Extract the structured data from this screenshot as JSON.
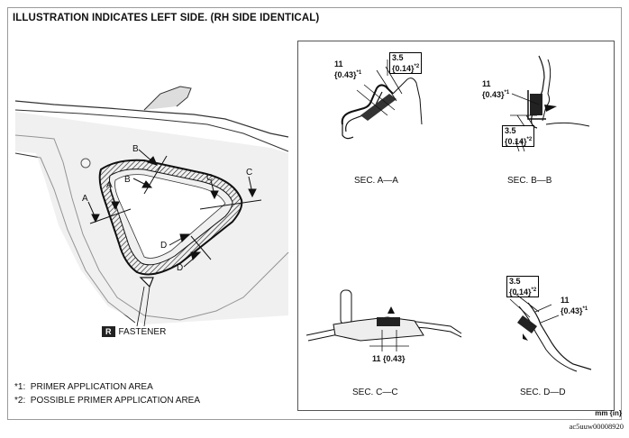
{
  "title": "ILLUSTRATION INDICATES LEFT SIDE. (RH SIDE IDENTICAL)",
  "main_view": {
    "labels": [
      "A",
      "A",
      "B",
      "B",
      "C",
      "C",
      "D",
      "D"
    ],
    "fastener_badge": "R",
    "fastener_label": "FASTENER"
  },
  "sections": {
    "aa": {
      "label": "SEC. A—A",
      "dim1_value": "11",
      "dim1_inch": "{0.43}",
      "dim1_mark": "*1",
      "dim2_value": "3.5",
      "dim2_inch": "{0.14}",
      "dim2_mark": "*2"
    },
    "bb": {
      "label": "SEC. B—B",
      "dim1_value": "11",
      "dim1_inch": "{0.43}",
      "dim1_mark": "*1",
      "dim2_value": "3.5",
      "dim2_inch": "{0.14}",
      "dim2_mark": "*2"
    },
    "cc": {
      "label": "SEC. C—C",
      "dim1_value": "11 {0.43}"
    },
    "dd": {
      "label": "SEC. D—D",
      "dim1_value": "11",
      "dim1_inch": "{0.43}",
      "dim1_mark": "*1",
      "dim2_value": "3.5",
      "dim2_inch": "{0.14}",
      "dim2_mark": "*2"
    }
  },
  "notes": {
    "n1_mark": "*1:",
    "n1_text": "PRIMER APPLICATION AREA",
    "n2_mark": "*2:",
    "n2_text": "POSSIBLE PRIMER APPLICATION AREA"
  },
  "unit": "mm {in}",
  "figure_code": "ac5uuw00008920"
}
